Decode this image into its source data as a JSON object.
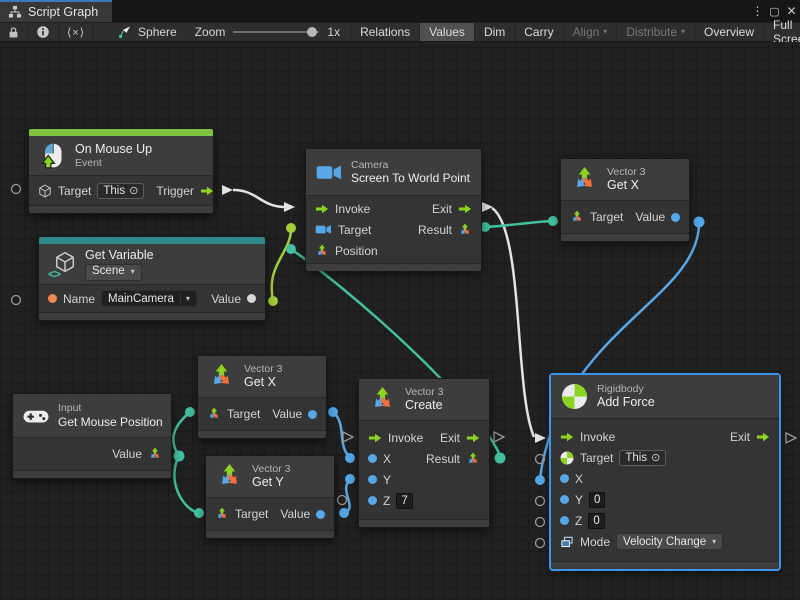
{
  "window": {
    "tab_title": "Script Graph"
  },
  "icons": {
    "menu": "⋮",
    "maximize": "▢",
    "close": "✕",
    "code": "⟨×⟩",
    "caret": "▾",
    "target_dot": "⊙"
  },
  "toolbar": {
    "graph_name": "Sphere",
    "zoom_label": "Zoom",
    "zoom_value": "1x",
    "buttons": [
      {
        "label": "Relations"
      },
      {
        "label": "Values"
      },
      {
        "label": "Dim"
      },
      {
        "label": "Carry"
      },
      {
        "label": "Align"
      },
      {
        "label": "Distribute"
      },
      {
        "label": "Overview"
      },
      {
        "label": "Full Screen"
      }
    ]
  },
  "nodes": {
    "on_mouse_up": {
      "title": "On Mouse Up",
      "subtitle": "Event",
      "target_label": "Target",
      "target_value": "This",
      "trigger_label": "Trigger"
    },
    "get_variable": {
      "title": "Get Variable",
      "scope": "Scene",
      "name_label": "Name",
      "name_value": "MainCamera",
      "value_label": "Value"
    },
    "screen_to_world": {
      "category": "Camera",
      "title": "Screen To World Point",
      "invoke": "Invoke",
      "target": "Target",
      "position": "Position",
      "exit": "Exit",
      "result": "Result"
    },
    "get_x_top": {
      "category": "Vector 3",
      "title": "Get X",
      "target": "Target",
      "value": "Value"
    },
    "get_x_mid": {
      "category": "Vector 3",
      "title": "Get X",
      "target": "Target",
      "value": "Value"
    },
    "get_y": {
      "category": "Vector 3",
      "title": "Get Y",
      "target": "Target",
      "value": "Value"
    },
    "get_mouse_position": {
      "category": "Input",
      "title": "Get Mouse Position",
      "value": "Value"
    },
    "create": {
      "category": "Vector 3",
      "title": "Create",
      "invoke": "Invoke",
      "exit": "Exit",
      "x": "X",
      "result": "Result",
      "y": "Y",
      "z": "Z",
      "z_value": "7"
    },
    "add_force": {
      "category": "Rigidbody",
      "title": "Add Force",
      "invoke": "Invoke",
      "exit": "Exit",
      "target": "Target",
      "target_value": "This",
      "x": "X",
      "y": "Y",
      "y_value": "0",
      "z": "Z",
      "z_value": "0",
      "mode": "Mode",
      "mode_value": "Velocity Change"
    }
  },
  "colors": {
    "event_green": "#7fc241",
    "variable_teal": "#2e8b89",
    "wire_white": "#e2e2e2",
    "wire_lime": "#a6ce39",
    "wire_teal": "#43c0a0",
    "wire_blue": "#56a8e8",
    "port_orange": "#ee8a4e",
    "port_light": "#d8d8d8",
    "flow_green": "#8bd320",
    "vec_orange": "#f0703c",
    "selection_blue": "#3e95e8",
    "tab_accent_blue": "#3a79bb"
  }
}
